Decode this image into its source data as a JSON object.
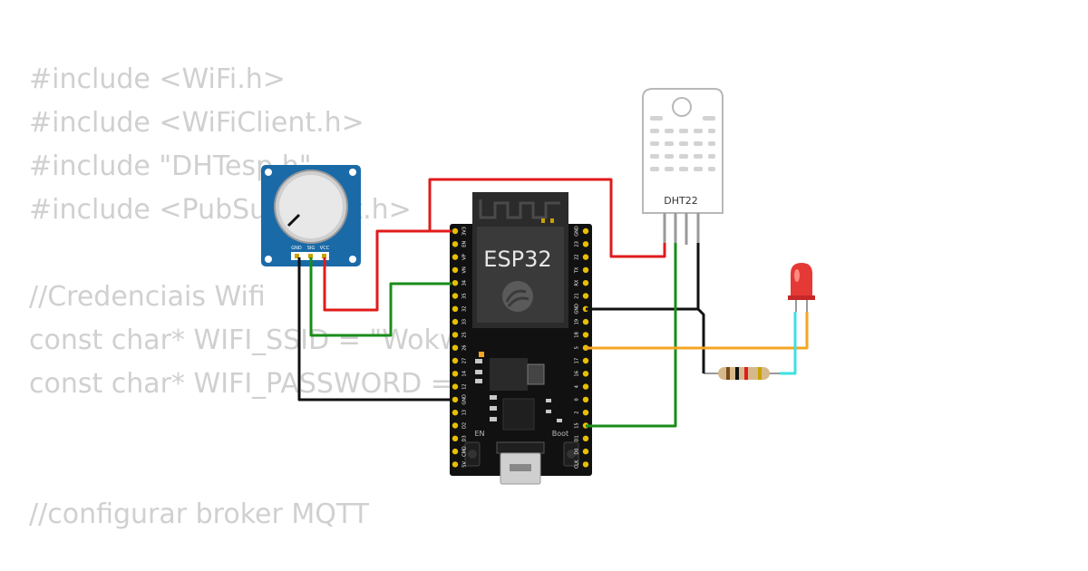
{
  "code_lines": [
    "#include <WiFi.h>",
    "#include <WiFiClient.h>",
    "#include \"DHTesp.h\"",
    "#include <PubSubClient.h>",
    "",
    "//Credenciais Wifi",
    "const char* WIFI_SSID = \"Wokwi-GUEST\";",
    "const char* WIFI_PASSWORD = \"\";",
    "",
    "",
    "//configurar broker MQTT"
  ],
  "esp32": {
    "title": "ESP32",
    "left_pins": [
      "3V3",
      "EN",
      "VP",
      "VN",
      "34",
      "35",
      "32",
      "33",
      "25",
      "26",
      "27",
      "14",
      "12",
      "GND",
      "13",
      "D2",
      "D3",
      "CMD",
      "5V"
    ],
    "right_pins": [
      "GND",
      "23",
      "22",
      "TX",
      "RX",
      "21",
      "GND",
      "19",
      "18",
      "5",
      "17",
      "16",
      "4",
      "0",
      "2",
      "15",
      "D1",
      "D0",
      "CLK"
    ],
    "en_label": "EN",
    "boot_label": "Boot"
  },
  "potentiometer": {
    "pins": [
      "GND",
      "SIG",
      "VCC"
    ]
  },
  "dht22": {
    "label": "DHT22"
  },
  "led": {
    "color": "#e53935"
  },
  "wire_colors": {
    "red": "#e01b1b",
    "green": "#1a8c1a",
    "black": "#111111",
    "orange": "#f5a623",
    "cyan": "#3fe0e0"
  }
}
